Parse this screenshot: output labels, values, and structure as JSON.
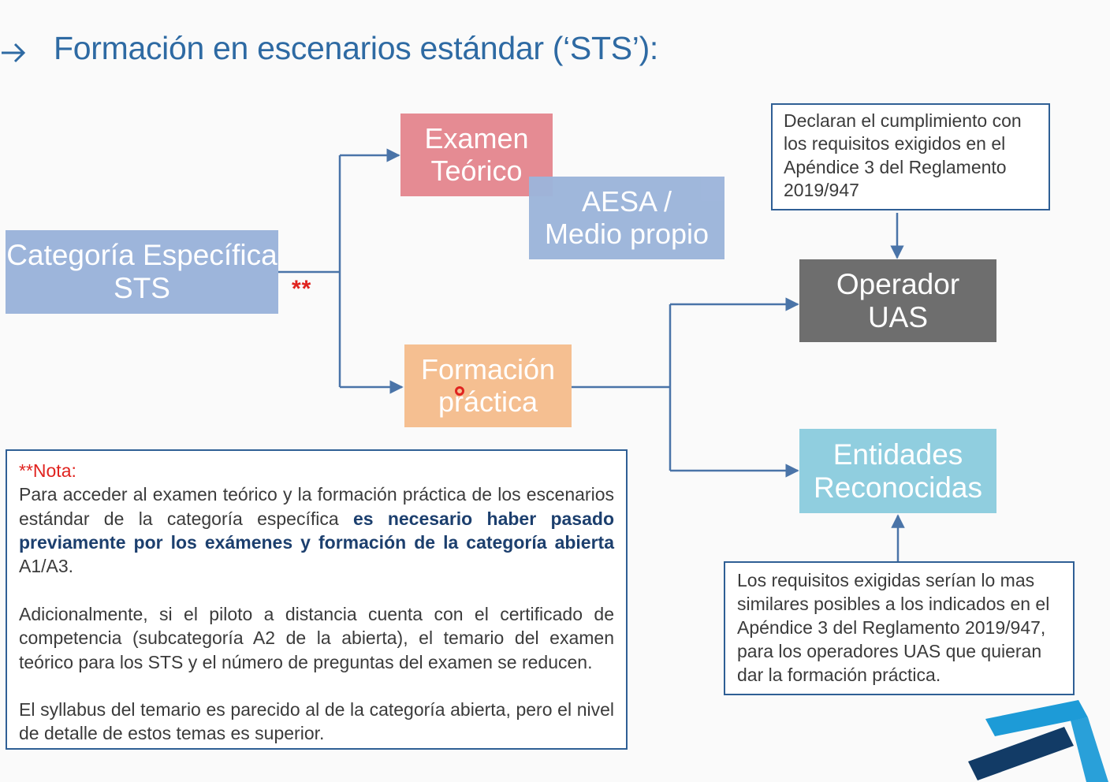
{
  "title": "Formación en escenarios estándar (‘STS’):",
  "nodes": {
    "categoria": [
      "Categoría Específica",
      "STS"
    ],
    "examen": [
      "Examen",
      "Teórico"
    ],
    "aesa": [
      "AESA /",
      "Medio propio"
    ],
    "formacion": [
      "Formación",
      "práctica"
    ],
    "operador": [
      "Operador",
      "UAS"
    ],
    "entidades": [
      "Entidades",
      "Reconocidas"
    ]
  },
  "stars": "**",
  "note_operador": "Declaran el cumplimiento con los requisitos exigidos en el Apéndice 3 del Reglamento 2019/947",
  "note_entidades": "Los requisitos exigidas serían lo mas similares posibles a los indicados en el Apéndice 3 del Reglamento 2019/947, para los operadores UAS que quieran dar la formación práctica.",
  "nota": {
    "label": "**Nota:",
    "p1_start": "Para acceder al examen teórico y la formación práctica de los escenarios estándar de la categoría específica ",
    "p1_bold": "es necesario haber pasado previamente por los exámenes y formación de la categoría abierta",
    "p1_end": " A1/A3.",
    "p2": "Adicionalmente, si el piloto a distancia cuenta con el certificado de competencia (subcategoría A2 de la abierta), el temario del examen teórico para los STS y el número de preguntas del examen se reducen.",
    "p3": "El syllabus del temario es parecido al de la categoría abierta, pero el nivel de detalle de estos temas es superior."
  },
  "colors": {
    "title": "#2e6aa3",
    "connector": "#4a74a8",
    "categoria": "#9db5db",
    "examen": "#e58b93",
    "formacion": "#f5bf91",
    "operador": "#6e6e6e",
    "entidades": "#90cedf",
    "logo_light": "#1d9bd7",
    "logo_dark": "#123b66"
  }
}
